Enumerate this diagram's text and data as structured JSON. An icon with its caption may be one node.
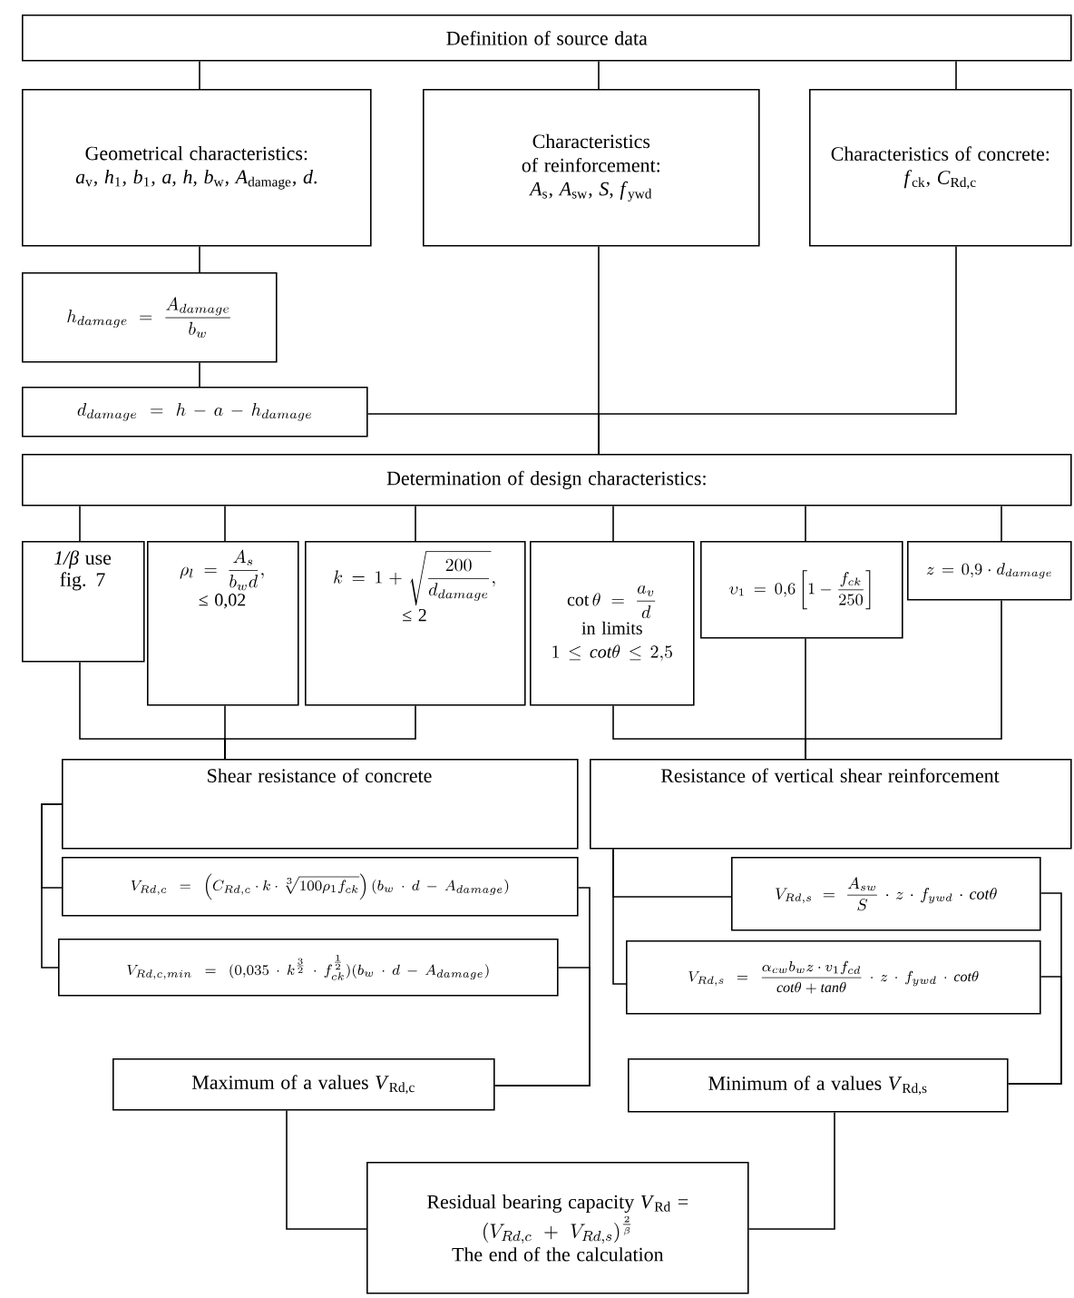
{
  "diagram": {
    "nodes": [
      {
        "text": [
          "Definition of source data"
        ]
      },
      {
        "text": [
          "Geometrical characteristics:",
          "*a*$_{v}$, *h*$_{1}$, *b*$_{1}$, *a*, *h*, *b*$_{w}$, *A*$_{damage}$, *d*."
        ]
      },
      {
        "text": [
          "Characteristics of reinforcement:",
          "*A*$_{s}$, *A*$_{sw}$, *S*, *f*$_{ywd}$"
        ]
      },
      {
        "text": [
          "Characteristics of concrete:",
          "*f*$_{ck}$, *C*$_{Rd,c}$"
        ]
      },
      {
        "text": [
          "h_{damage} = \\frac{A_{damage}}{b_w}"
        ]
      },
      {
        "text": [
          "d_{damage} = h - a - h_{damage}"
        ]
      },
      {
        "text": [
          "Determination of design characteristics:"
        ]
      },
      {
        "text": [
          "*1/β* use fig. 7"
        ]
      },
      {
        "text": [
          "\\rho_l = \\frac{A_s}{b_w d},",
          "≤ 0,02"
        ]
      },
      {
        "text": [
          "k = 1 + \\sqrt{\\frac{200}{d_{damage}}},",
          "≤ 2"
        ]
      },
      {
        "text": [
          "\\cot\\theta = \\frac{a_v}{d}",
          "in limits",
          "1 \\leq \\mathit{cot}\\theta \\leq 2{,}5"
        ]
      },
      {
        "text": [
          "\\upsilon_1 = 0{,}6\\left[1 - \\frac{f_{ck}}{250}\\right]"
        ]
      },
      {
        "text": [
          "z = 0{,}9 \\cdot d_{damage}"
        ]
      },
      {
        "text": [
          "Shear resistance of concrete"
        ]
      },
      {
        "text": [
          "Resistance of vertical shear reinforcement"
        ]
      },
      {
        "text": [
          "V_{Rd,c} = \\left(C_{Rd,c} \\cdot k \\cdot \\sqrt[3]{100\\rho_1 f_{ck}}\\right)(b_w \\cdot d - A_{damage})"
        ]
      },
      {
        "text": [
          "V_{Rd,c,min} = (0{,}035 \\cdot k^{\\frac{3}{2}} \\cdot f_{ck}^{\\frac{1}{2}})(b_w \\cdot d - A_{damage})"
        ]
      },
      {
        "text": [
          "V_{Rd,s} = \\frac{A_{sw}}{S} \\cdot z \\cdot f_{ywd} \\cdot \\mathit{cot}\\theta"
        ]
      },
      {
        "text": [
          "V_{Rd,s} = \\frac{\\alpha_{cw} b_w z \\cdot v_1 f_{cd}}{\\mathit{cot}\\theta + \\mathit{tan}\\theta} \\cdot z \\cdot f_{ywd} \\cdot \\mathit{cot}\\theta"
        ]
      },
      {
        "text": [
          "Maximum of a values *V*$_{Rd,c}$"
        ]
      },
      {
        "text": [
          "Minimum of a values *V*$_{Rd,s}$"
        ]
      },
      {
        "text": [
          "Residual bearing capacity *V*$_{Rd}$ =",
          "(V_{Rd,c} + V_{Rd,s})^{\\frac{2}{\\beta}}",
          "The end of the calculation"
        ]
      }
    ],
    "edges": [
      {
        "from": 0,
        "to": 1,
        "arrow": "none"
      },
      {
        "from": 0,
        "to": 2,
        "arrow": "none"
      },
      {
        "from": 0,
        "to": 3,
        "arrow": "none"
      },
      {
        "from": 1,
        "to": 4,
        "arrow": "none"
      },
      {
        "from": 4,
        "to": 5,
        "arrow": "none"
      },
      {
        "from": 5,
        "to": 6,
        "arrow": "none"
      },
      {
        "from": 2,
        "to": 6,
        "arrow": "none"
      },
      {
        "from": 3,
        "to": 6,
        "arrow": "none"
      },
      {
        "from": 6,
        "to": 7,
        "arrow": "none"
      },
      {
        "from": 6,
        "to": 8,
        "arrow": "none"
      },
      {
        "from": 6,
        "to": 9,
        "arrow": "none"
      },
      {
        "from": 6,
        "to": 10,
        "arrow": "none"
      },
      {
        "from": 6,
        "to": 11,
        "arrow": "none"
      },
      {
        "from": 6,
        "to": 12,
        "arrow": "none"
      },
      {
        "from": 7,
        "to": 13,
        "arrow": "none"
      },
      {
        "from": 8,
        "to": 13,
        "arrow": "none"
      },
      {
        "from": 9,
        "to": 13,
        "arrow": "none"
      },
      {
        "from": 10,
        "to": 14,
        "arrow": "none"
      },
      {
        "from": 11,
        "to": 14,
        "arrow": "none"
      },
      {
        "from": 12,
        "to": 14,
        "arrow": "none"
      },
      {
        "from": 13,
        "to": 15,
        "arrow": "none"
      },
      {
        "from": 13,
        "to": 16,
        "arrow": "none"
      },
      {
        "from": 14,
        "to": 17,
        "arrow": "none"
      },
      {
        "from": 14,
        "to": 18,
        "arrow": "none"
      },
      {
        "from": 15,
        "to": 19,
        "arrow": "none"
      },
      {
        "from": 16,
        "to": 19,
        "arrow": "none"
      },
      {
        "from": 17,
        "to": 20,
        "arrow": "none"
      },
      {
        "from": 18,
        "to": 20,
        "arrow": "none"
      },
      {
        "from": 19,
        "to": 21,
        "arrow": "none"
      },
      {
        "from": 20,
        "to": 21,
        "arrow": "none"
      }
    ]
  }
}
